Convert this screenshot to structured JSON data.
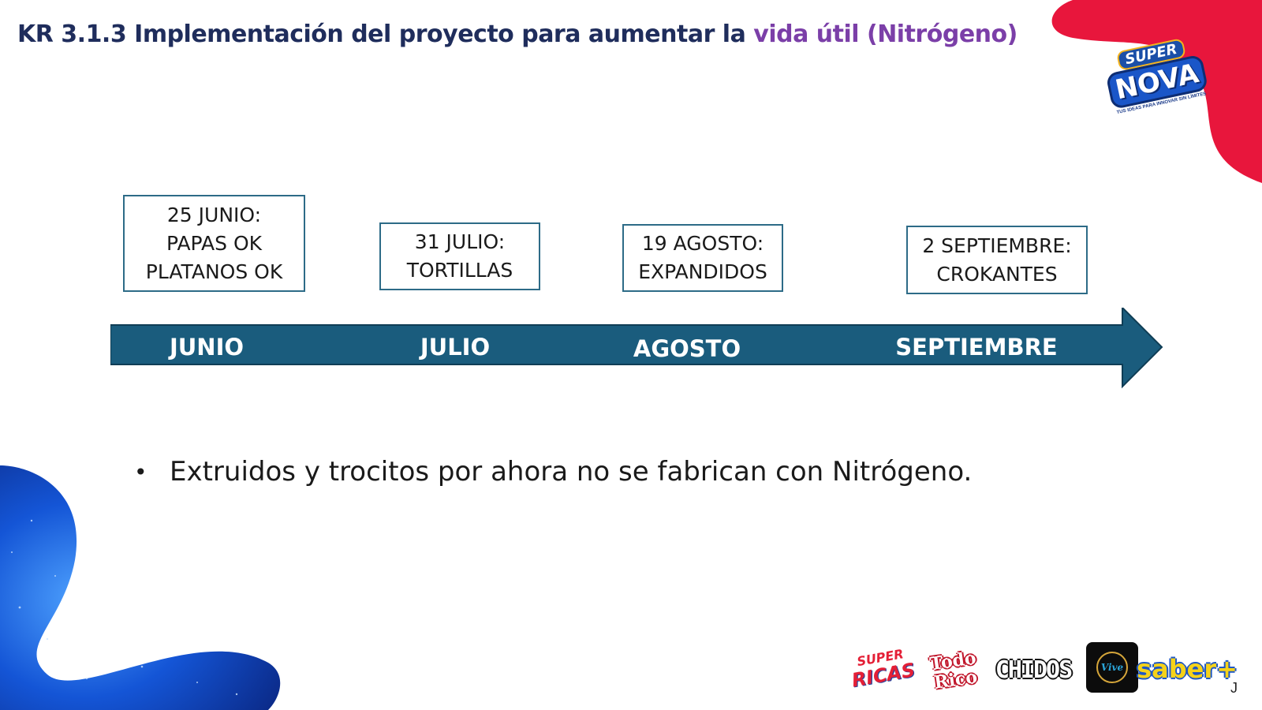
{
  "slide": {
    "title_main": "KR 3.1.3 Implementación del proyecto para aumentar la ",
    "title_highlight": "vida útil (Nitrógeno)",
    "accent_colors": {
      "title": "#1f2d5c",
      "title_highlight": "#7b3fa8",
      "timeline_arrow": "#1a5c7d",
      "corner_shape": "#e8163c",
      "corner_shape_bottom": "#1455d6"
    }
  },
  "logo": {
    "line1": "SUPER",
    "line2": "NOVA",
    "tagline": "TUS IDEAS PARA INNOVAR SIN LÍMITES"
  },
  "timeline": {
    "months": [
      "JUNIO",
      "JULIO",
      "AGOSTO",
      "SEPTIEMBRE"
    ],
    "events": [
      {
        "lines": [
          "25 JUNIO:",
          "PAPAS OK",
          "PLATANOS OK"
        ]
      },
      {
        "lines": [
          "31 JULIO:",
          "TORTILLAS"
        ]
      },
      {
        "lines": [
          "19 AGOSTO:",
          "EXPANDIDOS"
        ]
      },
      {
        "lines": [
          "2 SEPTIEMBRE:",
          "CROKANTES"
        ]
      }
    ]
  },
  "bullets": [
    "Extruidos y trocitos por ahora no se fabrican con Nitrógeno."
  ],
  "brands": {
    "rica_top": "SUPER",
    "rica_bottom": "RICAS",
    "todo_top": "Todo",
    "todo_bottom": "Rico",
    "chidos": "CHIDOS",
    "vive": "Vive",
    "saber": "saber+"
  },
  "corner_mark": "J"
}
